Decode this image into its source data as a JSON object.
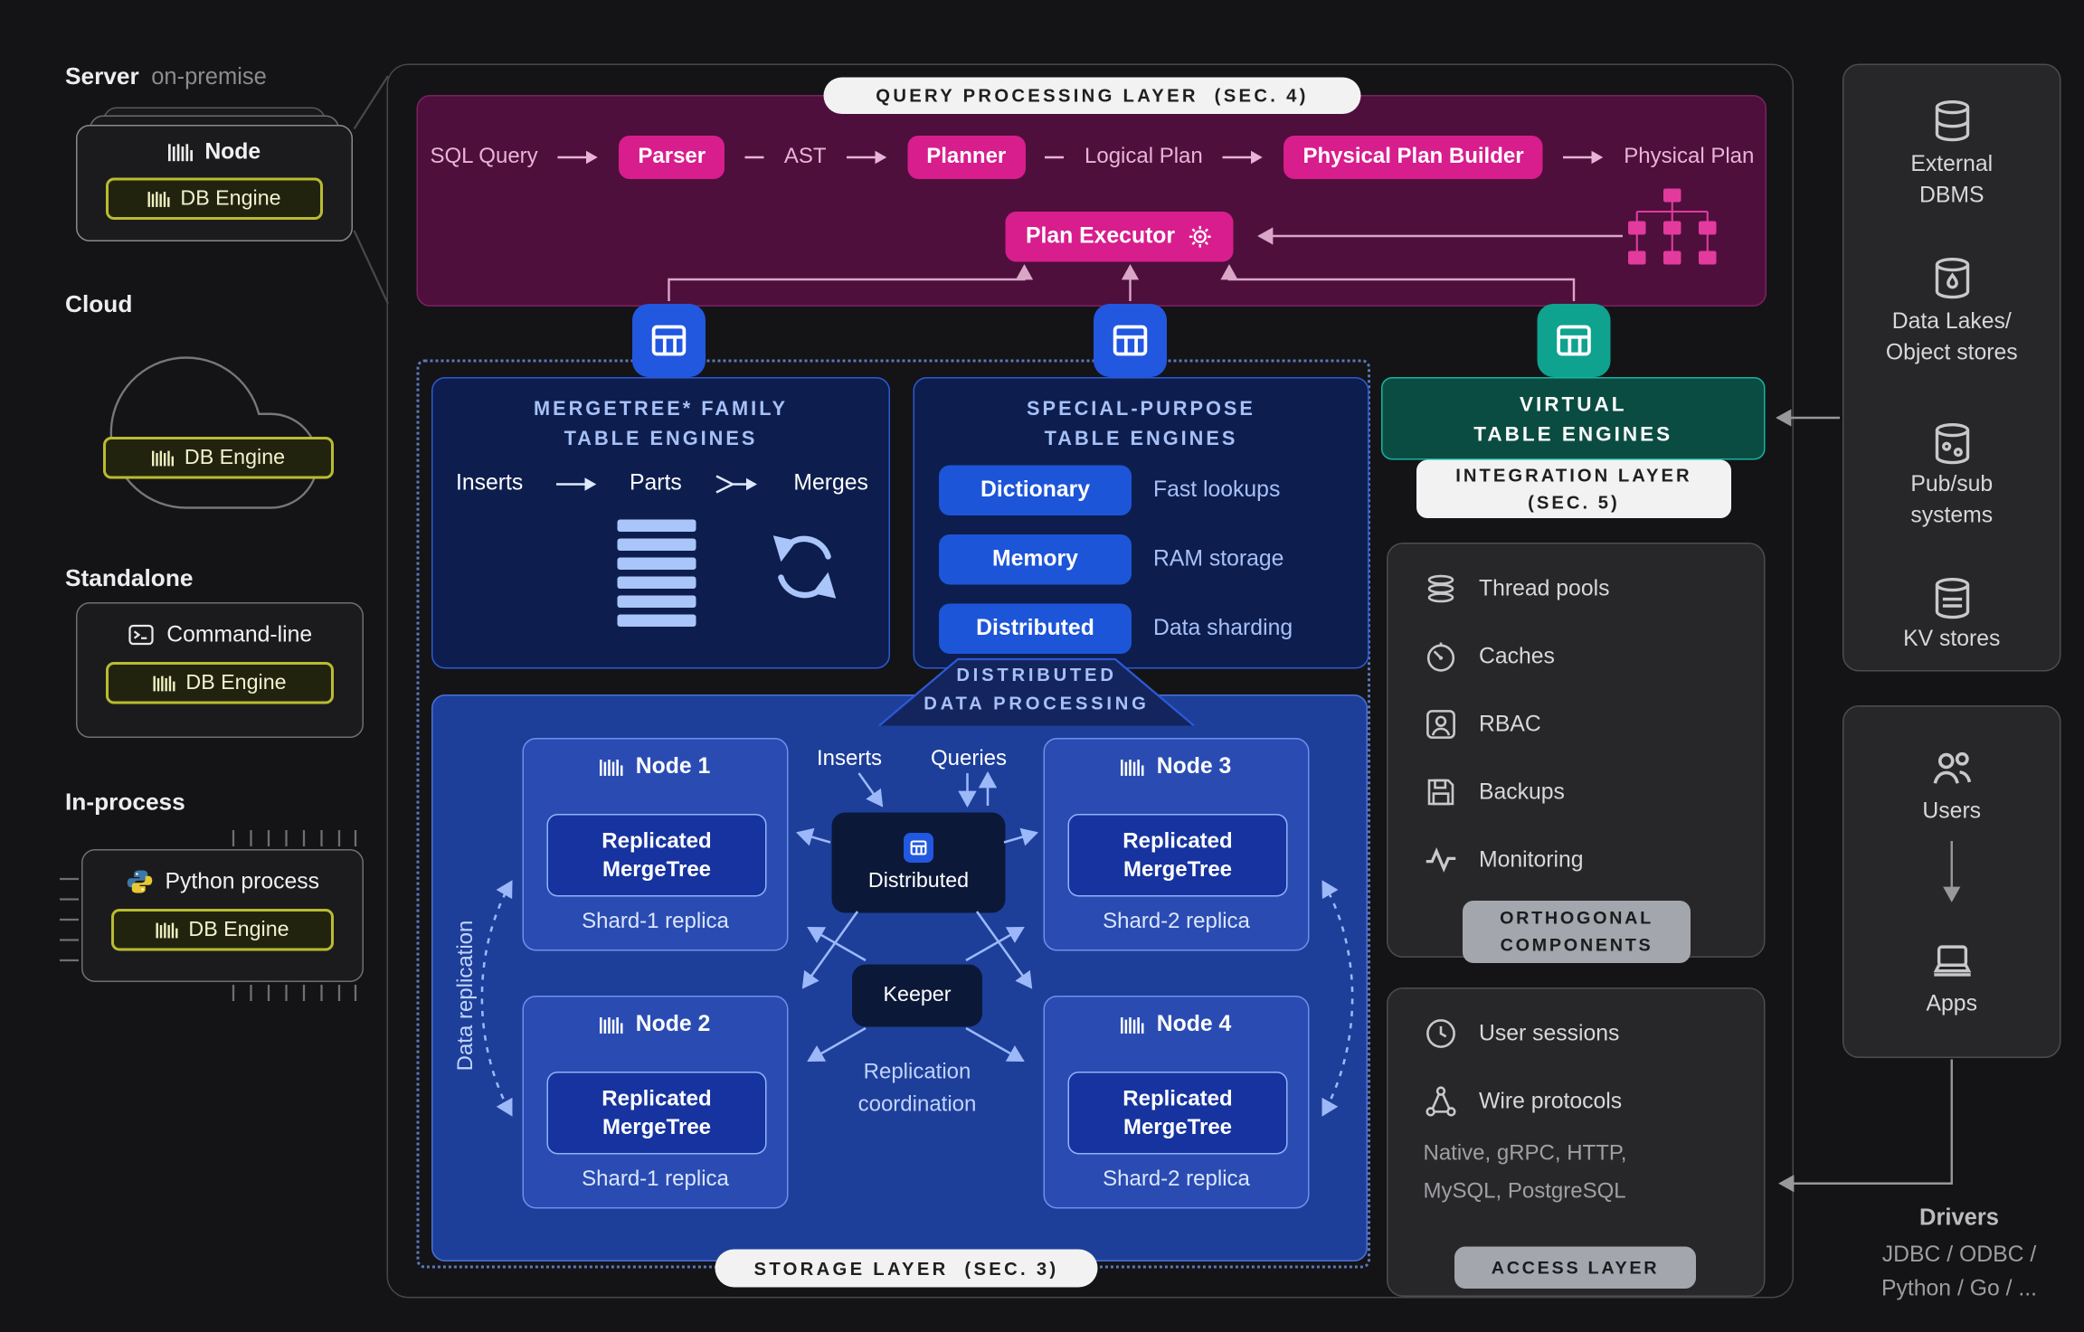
{
  "colors": {
    "accent_magenta": "#d81d8d",
    "query_layer_bg": "#4e0f3c",
    "accent_blue": "#2257e0",
    "engine_box_bg": "#0d1e4e",
    "storage_bg": "#1d3f9a",
    "accent_teal": "#0fa28f",
    "virtual_bg": "#0a4c42",
    "db_engine_yellow": "#b9bc2f",
    "panel_gray": "#272729"
  },
  "left": {
    "server": {
      "title": "Server",
      "subtitle": "on-premise",
      "node": "Node",
      "db_engine": "DB Engine"
    },
    "cloud": {
      "title": "Cloud",
      "db_engine": "DB Engine"
    },
    "standalone": {
      "title": "Standalone",
      "cli": "Command-line",
      "db_engine": "DB Engine"
    },
    "inprocess": {
      "title": "In-process",
      "proc": "Python process",
      "db_engine": "DB Engine"
    }
  },
  "query": {
    "layer_label": "QUERY PROCESSING LAYER  (SEC. 4)",
    "sql_query": "SQL Query",
    "parser": "Parser",
    "ast": "AST",
    "planner": "Planner",
    "logical_plan": "Logical Plan",
    "physical_plan_builder": "Physical Plan Builder",
    "physical_plan": "Physical Plan",
    "plan_executor": "Plan Executor"
  },
  "engines": {
    "mergetree": {
      "title1": "MERGETREE* FAMILY",
      "title2": "TABLE ENGINES",
      "inserts": "Inserts",
      "parts": "Parts",
      "merges": "Merges"
    },
    "special": {
      "title1": "SPECIAL-PURPOSE",
      "title2": "TABLE ENGINES",
      "rows": [
        {
          "pill": "Dictionary",
          "desc": "Fast lookups"
        },
        {
          "pill": "Memory",
          "desc": "RAM storage"
        },
        {
          "pill": "Distributed",
          "desc": "Data sharding"
        }
      ]
    },
    "virtual": {
      "title1": "VIRTUAL",
      "title2": "TABLE ENGINES"
    },
    "integration": {
      "line1": "INTEGRATION LAYER",
      "line2": "(SEC. 5)"
    }
  },
  "storage": {
    "ddp1": "DISTRIBUTED",
    "ddp2": "DATA PROCESSING",
    "layer_label": "STORAGE LAYER  (SEC. 3)",
    "data_replication": "Data replication",
    "inserts": "Inserts",
    "queries": "Queries",
    "distributed": "Distributed",
    "keeper": "Keeper",
    "repl_coord1": "Replication",
    "repl_coord2": "coordination",
    "nodes": [
      {
        "name": "Node 1",
        "engine": "Replicated MergeTree",
        "shard": "Shard-1 replica"
      },
      {
        "name": "Node 2",
        "engine": "Replicated MergeTree",
        "shard": "Shard-1 replica"
      },
      {
        "name": "Node 3",
        "engine": "Replicated MergeTree",
        "shard": "Shard-2 replica"
      },
      {
        "name": "Node 4",
        "engine": "Replicated MergeTree",
        "shard": "Shard-2 replica"
      }
    ]
  },
  "orthogonal": {
    "items": [
      "Thread pools",
      "Caches",
      "RBAC",
      "Backups",
      "Monitoring"
    ],
    "label1": "ORTHOGONAL",
    "label2": "COMPONENTS"
  },
  "access": {
    "user_sessions": "User sessions",
    "wire_protocols": "Wire protocols",
    "protocols1": "Native, gRPC, HTTP,",
    "protocols2": "MySQL, PostgreSQL",
    "label": "ACCESS LAYER"
  },
  "right": {
    "sources": [
      {
        "line1": "External",
        "line2": "DBMS"
      },
      {
        "line1": "Data Lakes/",
        "line2": "Object stores"
      },
      {
        "line1": "Pub/sub",
        "line2": "systems"
      },
      {
        "line1": "KV stores",
        "line2": ""
      }
    ],
    "users": "Users",
    "apps": "Apps",
    "drivers_title": "Drivers",
    "drivers1": "JDBC / ODBC /",
    "drivers2": "Python / Go / ..."
  }
}
